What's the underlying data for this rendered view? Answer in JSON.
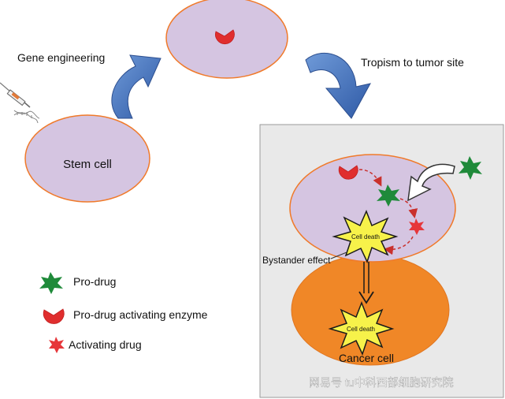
{
  "labels": {
    "gene_engineering": "Gene engineering",
    "tropism": "Tropism to tumor site",
    "stem_cell": "Stem cell",
    "bystander_effect": "Bystander effect",
    "cell_death_1": "Cell death",
    "cell_death_2": "Cell death",
    "cancer_cell": "Cancer cell"
  },
  "legend": {
    "items": [
      {
        "icon": "pro-drug-star-icon",
        "label": "Pro-drug"
      },
      {
        "icon": "enzyme-pacman-icon",
        "label": "Pro-drug activating enzyme"
      },
      {
        "icon": "activating-drug-star-icon",
        "label": "Activating drug"
      }
    ]
  },
  "watermark": "网易号 tu中科西部细胞研究院",
  "colors": {
    "cell_fill": "#d5c5e1",
    "cell_border": "#f07a2a",
    "cancer_fill": "#f08727",
    "panel_fill": "#e9e9e9",
    "enzyme_red": "#e02e2e",
    "prodrug_green": "#1f8a3a",
    "active_red": "#e6363a",
    "burst_yellow": "#f7f24a",
    "arrow_blue": "#4a78bf"
  }
}
